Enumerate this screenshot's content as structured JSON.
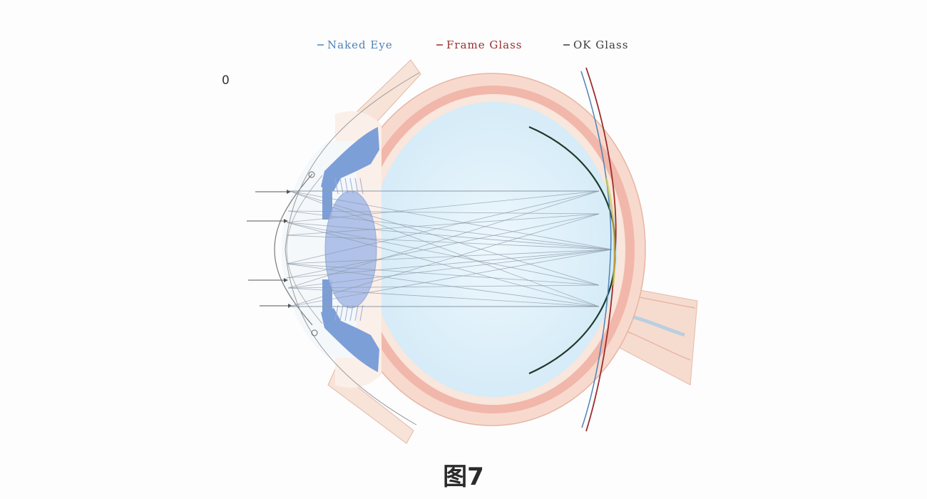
{
  "legend": {
    "items": [
      {
        "label": "Naked Eye",
        "color": "#4f83b5"
      },
      {
        "label": "Frame Glass",
        "color": "#9c2d2d"
      },
      {
        "label": "OK Glass",
        "color": "#3b3b3b"
      }
    ]
  },
  "index_label": "0",
  "caption": "图7",
  "colors": {
    "sclera_outer": "#f7dacd",
    "sclera_band": "#f1b7aa",
    "sclera_inner": "#f9e6dc",
    "vitreous": "#dceff9",
    "iris": "#7d9fd8",
    "lens": "#a9bde8",
    "retina_curve": "#1d3b28",
    "ray": "#8a98a6",
    "cornea": "#7a7a7a"
  }
}
